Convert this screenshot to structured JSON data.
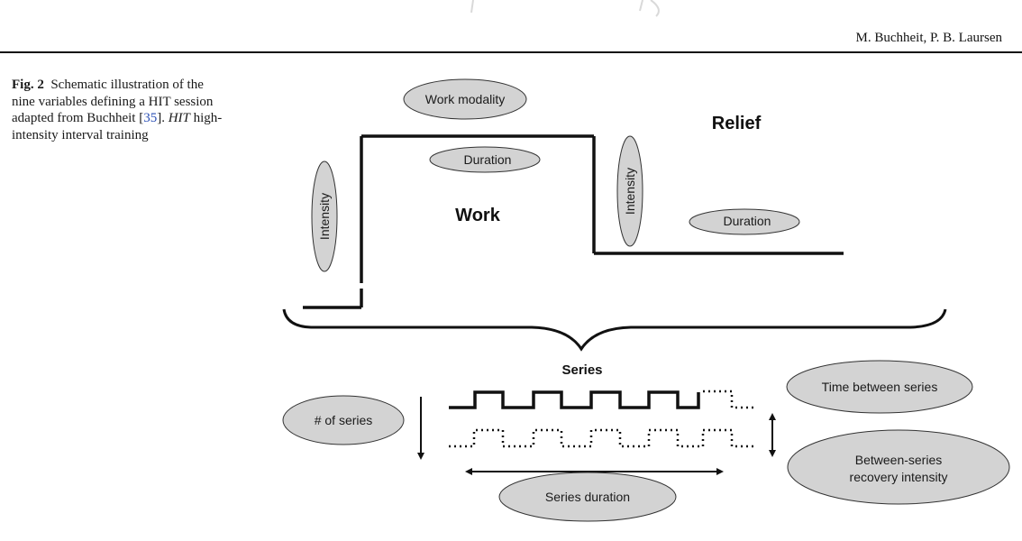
{
  "page": {
    "running_head": "M. Buchheit, P. B. Laursen"
  },
  "caption": {
    "label": "Fig. 2",
    "text_before_ref": "Schematic illustration of the nine variables defining a HIT session adapted from Buchheit ",
    "ref_open": "[",
    "ref": "35",
    "ref_close": "].",
    "abbr": "HIT",
    "text_after": " high-intensity interval training"
  },
  "figure": {
    "colors": {
      "ellipse_fill": "#d3d3d3",
      "stroke": "#111111"
    },
    "labels": {
      "work": "Work",
      "relief": "Relief",
      "series": "Series"
    },
    "variables": {
      "work_modality": "Work modality",
      "work_duration": "Duration",
      "work_intensity": "Intensity",
      "relief_intensity": "Intensity",
      "relief_duration": "Duration",
      "number_of_series": "# of series",
      "series_duration": "Series duration",
      "time_between_series": "Time between series",
      "between_series_recovery_line1": "Between-series",
      "between_series_recovery_line2": "recovery intensity"
    }
  }
}
